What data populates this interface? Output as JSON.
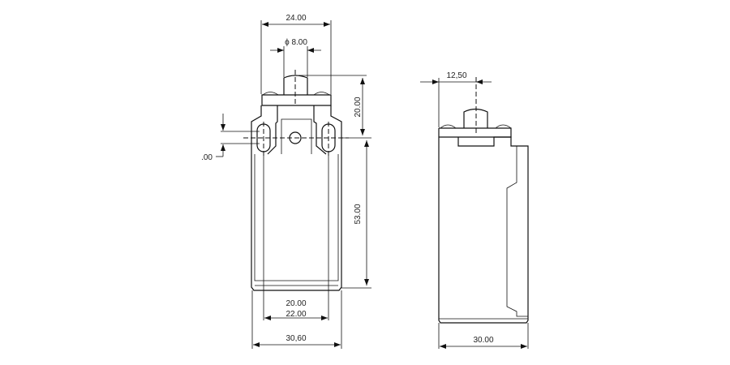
{
  "front_view": {
    "dim_width_top": "24.00",
    "dim_plunger_diameter": "ϕ 8.00",
    "dim_plunger_height": "20.00",
    "dim_body_height": "53.00",
    "dim_slot_partial": ".00",
    "dim_inner_1": "20.00",
    "dim_inner_2": "22.00",
    "dim_body_width": "30,60"
  },
  "side_view": {
    "dim_plunger_offset": "12,50",
    "dim_depth": "30.00"
  }
}
